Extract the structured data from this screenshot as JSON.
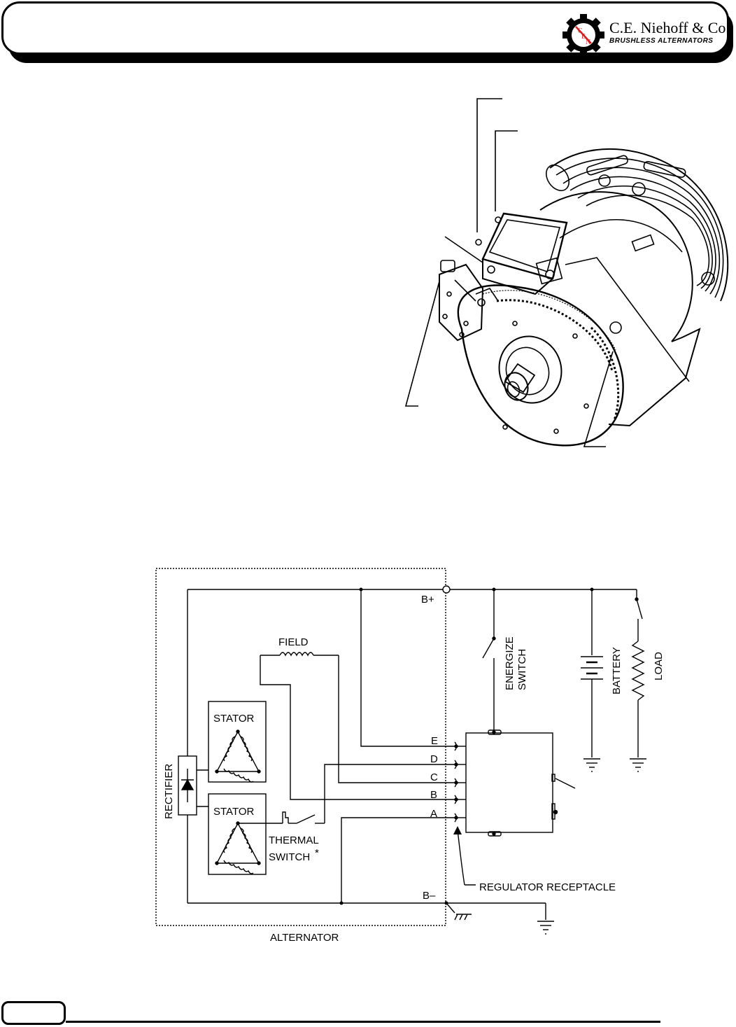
{
  "header": {
    "brand_name": "C.E. Niehoff & Co.",
    "brand_subtitle": "BRUSHLESS ALTERNATORS",
    "logo_letters": [
      "C",
      "E",
      "N"
    ],
    "logo_accent_color": "#d02020"
  },
  "diagram": {
    "terminals": {
      "b_plus": "B+",
      "b_minus": "B–",
      "e": "E",
      "d": "D",
      "c": "C",
      "b": "B",
      "a": "A"
    },
    "labels": {
      "field": "FIELD",
      "stator_top": "STATOR",
      "stator_bottom": "STATOR",
      "rectifier": "RECTIFIER",
      "thermal_switch_line1": "THERMAL",
      "thermal_switch_line2": "SWITCH",
      "thermal_switch_mark": "*",
      "energize_line1": "ENERGIZE",
      "energize_line2": "SWITCH",
      "battery": "BATTERY",
      "load": "LOAD",
      "regulator_receptacle": "REGULATOR RECEPTACLE",
      "alternator": "ALTERNATOR"
    }
  }
}
